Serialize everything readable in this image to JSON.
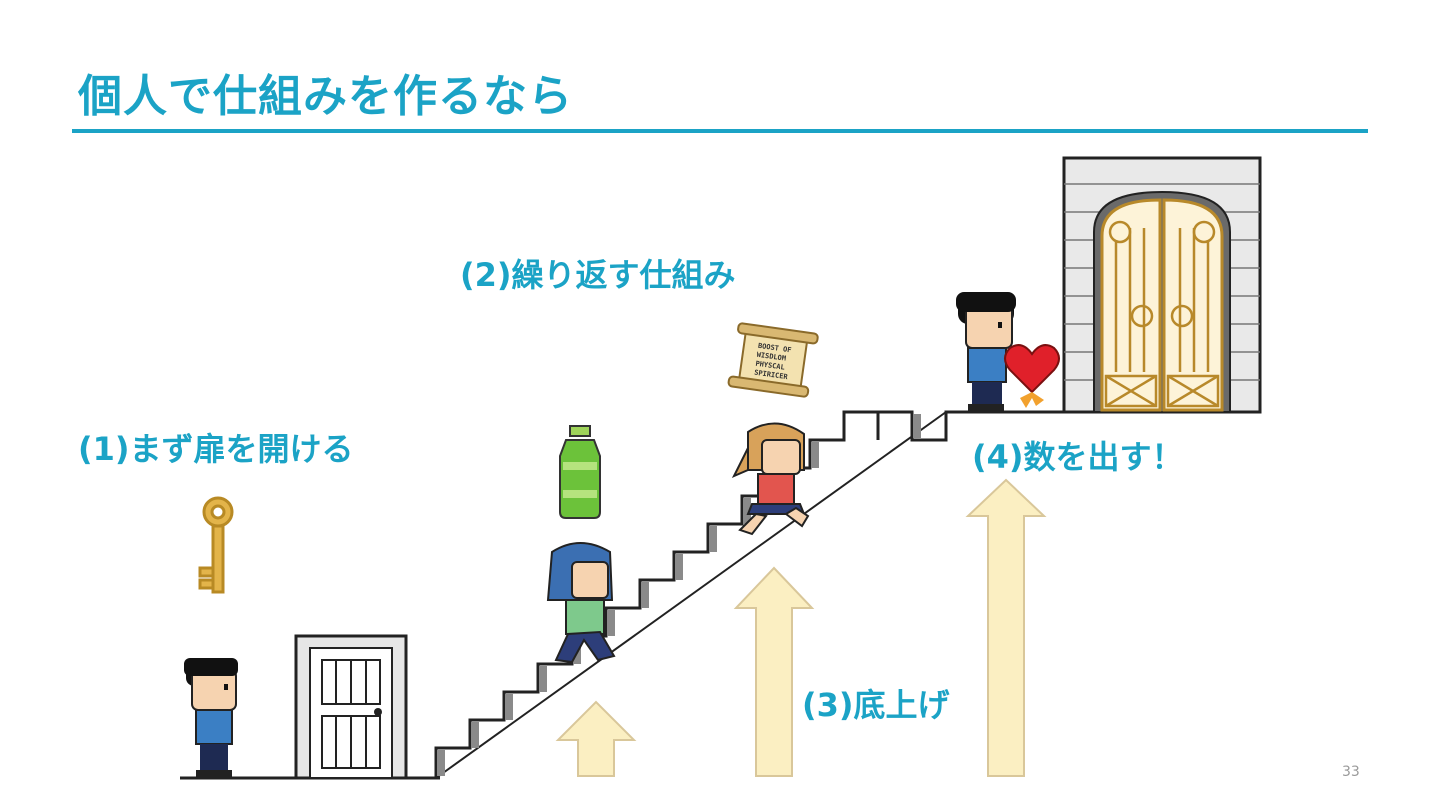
{
  "slide": {
    "title": "個人で仕組みを作るなら",
    "page_number": "33"
  },
  "steps": [
    {
      "label": "(1)まず扉を開ける"
    },
    {
      "label": "(2)繰り返す仕組み"
    },
    {
      "label": "(3)底上げ"
    },
    {
      "label": "(4)数を出す！"
    }
  ],
  "scroll": {
    "lines": [
      "BOOST OF",
      "WISDLOM",
      "PHYSCAL",
      "SPIRICER"
    ]
  },
  "colors": {
    "accent": "#1ba3c6",
    "arrow_fill": "#fbefc2",
    "arrow_stroke": "#d9c79a",
    "heart": "#e0202a",
    "gold": "#d8a93a"
  },
  "icons": {
    "key": "key-icon",
    "bottle": "bottle-icon",
    "scroll": "scroll-icon",
    "heart": "heart-icon"
  }
}
